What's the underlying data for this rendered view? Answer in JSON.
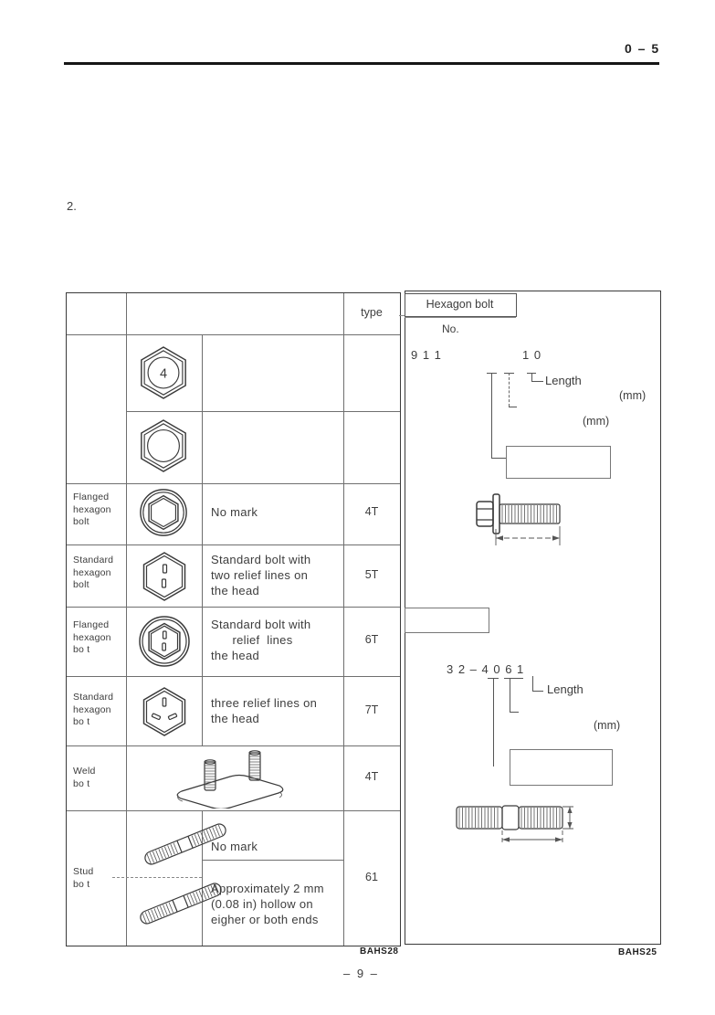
{
  "page": {
    "corner_ref": "0 – 5",
    "section_no": "2.",
    "page_no": "– 9 –"
  },
  "table": {
    "type_header": "type",
    "figure_code": "BAHS28",
    "rows": [
      {
        "label": "",
        "mark_icon": "hex-head-4-mark",
        "description": "",
        "type": ""
      },
      {
        "label": "",
        "mark_icon": "hex-head-plain",
        "description": "",
        "type": ""
      },
      {
        "label": "Flanged\nhexagon\nbolt",
        "mark_icon": "flanged-hex-no-mark",
        "description": "No mark",
        "type": "4T"
      },
      {
        "label": "Standard\nhexagon\nbolt",
        "mark_icon": "hex-two-relief-lines",
        "description": "Standard bolt with\ntwo relief lines on\nthe head",
        "type": "5T"
      },
      {
        "label": "Flanged\nhexagon\nbo t",
        "mark_icon": "flanged-hex-two-relief-lines",
        "description": "Standard bolt with\n      relief  lines\nthe head",
        "type": "6T"
      },
      {
        "label": "Standard\nhexagon\nbo t",
        "mark_icon": "hex-three-relief-lines",
        "description": "three relief lines on\nthe head",
        "type": "7T"
      },
      {
        "label": "Weld\nbo t",
        "mark_icon": "weld-bolt-drawing",
        "description": "",
        "type": "4T"
      },
      {
        "label": "Stud\nbo t",
        "mark_icon": "stud-bolt-drawings",
        "description_top": "No mark",
        "description_bottom": "Approximately 2 mm\n(0.08 in) hollow on\neigher or both ends",
        "type": "61"
      }
    ]
  },
  "panel": {
    "title": "Hexagon bolt",
    "no_label": "No.",
    "figure_code": "BAHS25",
    "upper": {
      "code_group_a": "9 1 1",
      "code_group_b": "1 0",
      "length_label": "Length",
      "mm_label_1": "(mm)",
      "mm_label_2": "(mm)"
    },
    "lower": {
      "code": "3 2 – 4 0 6 1",
      "length_label": "Length",
      "mm_label": "(mm)"
    }
  }
}
